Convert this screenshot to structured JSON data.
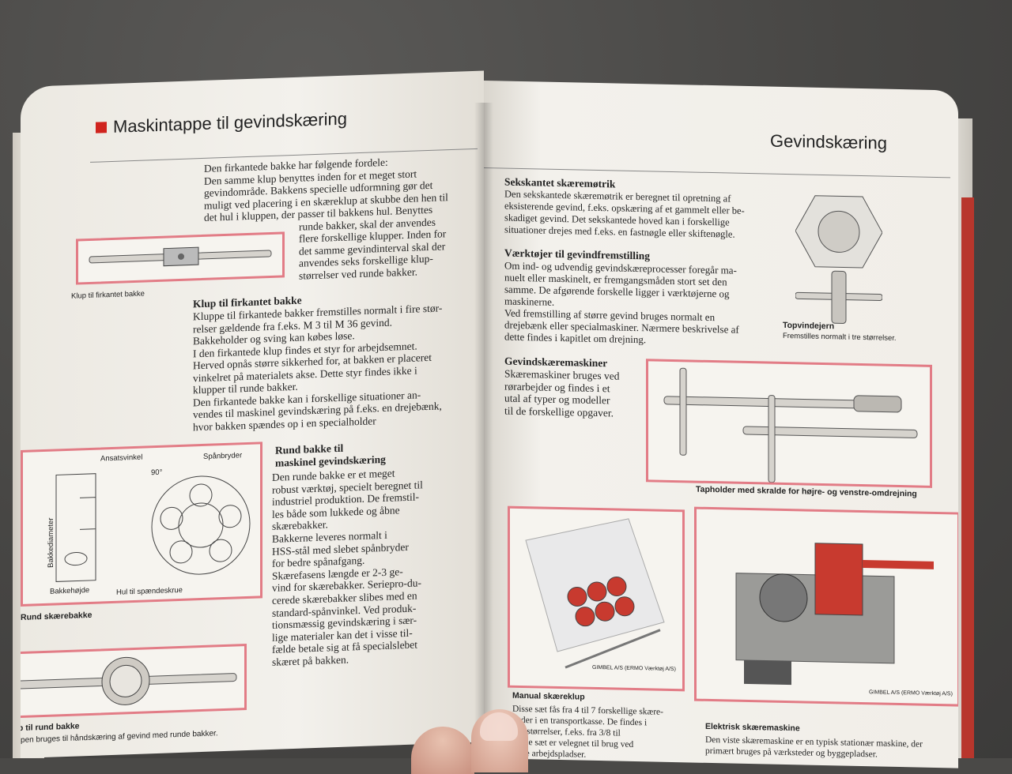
{
  "left_page": {
    "header": "Maskintappe til gevindskæring",
    "intro_lines": [
      "Den firkantede bakke har følgende fordele:",
      "Den samme klup benyttes inden for et meget stort",
      "gevindområde. Bakkens specielle udformning gør det",
      "muligt ved placering i en skæreklup at skubbe den hen til",
      "det hul i kluppen, der passer til bakkens hul. Benyttes",
      "runde bakker, skal der anvendes",
      "flere forskellige klupper. Inden for",
      "det samme gevindinterval skal der",
      "anvendes seks forskellige klup-",
      "størrelser ved runde bakker."
    ],
    "fig1_caption": "Klup til firkantet bakke",
    "section1_heading": "Klup til firkantet bakke",
    "section1_lines": [
      "Kluppe til firkantede bakker fremstilles normalt i fire stør-",
      "relser gældende fra f.eks. M 3 til M 36 gevind.",
      "Bakkeholder og sving kan købes løse.",
      "I den firkantede klup findes et styr for arbejdsemnet.",
      "Herved opnås større sikkerhed for, at bakken er placeret",
      "vinkelret på materialets akse. Dette styr findes ikke i",
      "klupper til runde bakker.",
      "Den firkantede bakke kan i forskellige situationer an-",
      "vendes til maskinel gevindskæring på f.eks. en drejebænk,",
      "hvor bakken spændes op i en specialholder"
    ],
    "fig2_labels": {
      "ansats": "Ansatsvinkel",
      "spanbryder": "Spånbryder",
      "angle": "90°",
      "diameter": "Bakkediameter",
      "hojde": "Bakkehøjde",
      "hul": "Hul til spændeskrue"
    },
    "fig2_caption": "Rund skærebakke",
    "section2_heading": [
      "Rund bakke til",
      "maskinel gevindskæring"
    ],
    "section2_lines": [
      "Den runde bakke er et meget",
      "robust værktøj, specielt beregnet til",
      "industriel produktion. De fremstil-",
      "les både som lukkede og åbne",
      "skærebakker.",
      "Bakkerne leveres normalt i",
      "HSS-stål med slebet spånbryder",
      "for bedre spånafgang.",
      "Skærefasens længde er 2-3 ge-",
      "vind for skærebakker. Seriepro-du-",
      "cerede skærebakker slibes med en",
      "standard-spånvinkel. Ved produk-",
      "tionsmæssig gevindskæring i sær-",
      "lige materialer kan det i visse til-",
      "fælde betale sig at få specialslebet",
      "skæret på bakken."
    ],
    "fig3_caption": "Klup til rund bakke",
    "fig3_sub": "Kluppen bruges til håndskæring af gevind med runde bakker."
  },
  "right_page": {
    "header": "Gevindskæring",
    "s1_heading": "Sekskantet skæremøtrik",
    "s1_lines": [
      "Den sekskantede skæremøtrik er beregnet til opretning af",
      "eksisterende gevind, f.eks. opskæring af et gammelt eller be-",
      "skadiget gevind. Det sekskantede hoved kan i forskellige",
      "situationer drejes med f.eks. en fastnøgle eller skiftenøgle."
    ],
    "s2_heading": "Værktøjer til gevindfremstilling",
    "s2_lines": [
      "Om ind- og udvendig gevindskæreprocesser foregår ma-",
      "nuelt eller maskinelt, er fremgangsmåden stort set den",
      "samme. De afgørende forskelle ligger i værktøjerne og",
      "maskinerne.",
      "Ved fremstilling af større gevind bruges normalt en",
      "drejebænk eller specialmaskiner. Nærmere beskrivelse af",
      "dette findes i kapitlet om drejning."
    ],
    "topvindejern_caption": "Topvindejern",
    "topvindejern_sub": "Fremstilles normalt i tre størrelser.",
    "s3_heading": "Gevindskæremaskiner",
    "s3_lines": [
      "Skæremaskiner bruges ved",
      "rørarbejder og findes i et",
      "utal af typer og modeller",
      "til de forskellige opgaver."
    ],
    "tapholder_caption": "Tapholder med skralde for højre- og venstre-omdrejning",
    "manual_credit": "GIMBEL A/S (ERMO Værktøj A/S)",
    "manual_heading": "Manual skæreklup",
    "manual_lines": [
      "Disse sæt fås fra 4 til 7 forskellige skære-",
      "veder i en transportkasse. De findes i",
      "sæt størrelser, f.eks. fra 3/8 til",
      "Disse sæt er velegnet til brug ved",
      "ende arbejdspladser."
    ],
    "electric_credit": "GIMBEL A/S (ERMO Værktøj A/S)",
    "electric_heading": "Elektrisk skæremaskine",
    "electric_lines": [
      "Den viste skæremaskine er en typisk stationær maskine, der",
      "primært bruges på værksteder og bygge­pladser."
    ]
  }
}
